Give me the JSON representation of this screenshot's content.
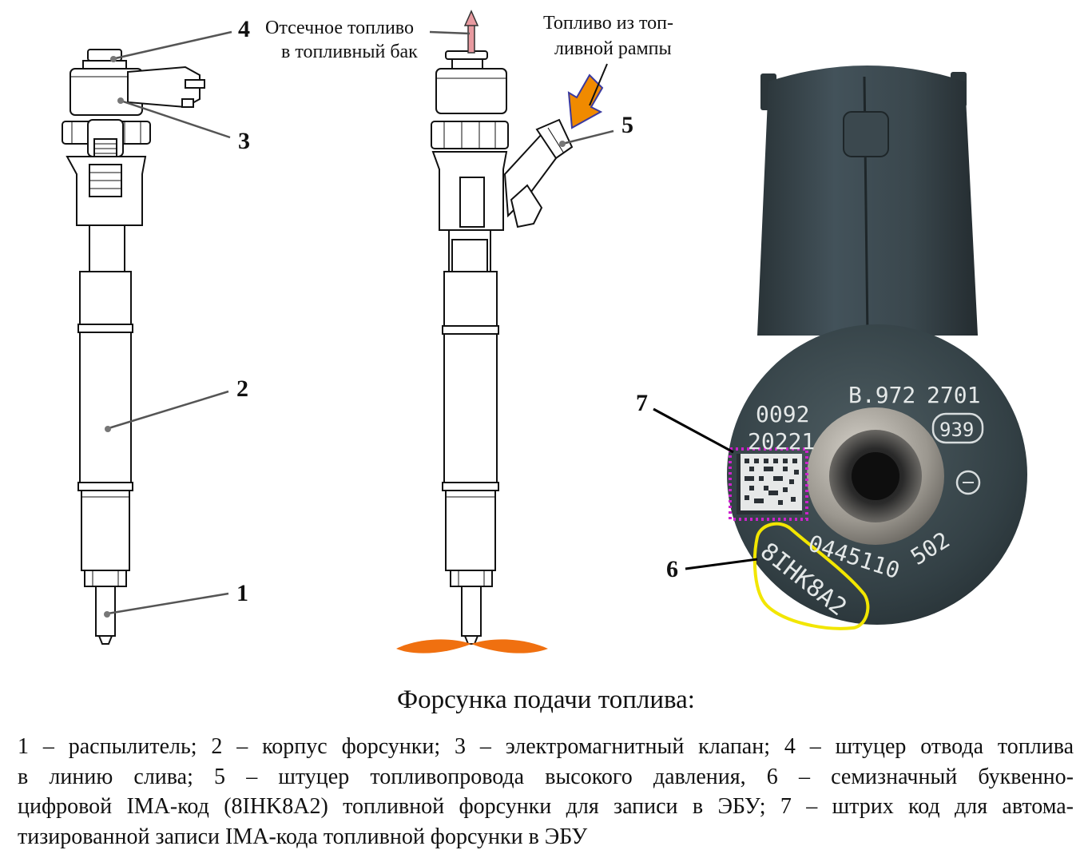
{
  "callouts": {
    "n1": "1",
    "n2": "2",
    "n3": "3",
    "n4": "4",
    "n5": "5",
    "n6": "6",
    "n7": "7"
  },
  "annotations": {
    "return_fuel_line1": "Отсечное топливо",
    "return_fuel_line2": "в топливный бак",
    "supply_fuel_line1": "Топливо из топ-",
    "supply_fuel_line2": "ливной рампы"
  },
  "photo_markings": {
    "code_0092": "0092",
    "code_20221": "20221",
    "code_b972": "B.972",
    "code_2701": "2701",
    "code_939": "939",
    "code_0445110": "0445110",
    "code_502": "502",
    "ima_code": "8IHK8A2"
  },
  "colors": {
    "ima_highlight": "#f2e600",
    "barcode_highlight": "#cc22cc",
    "supply_arrow": "#f08a00",
    "spray": "#f07010",
    "return_arrow": "#e89aa0"
  },
  "title": "Форсунка подачи топлива:",
  "caption_lines": [
    "1 – распылитель; 2 – корпус форсунки; 3 – электромагнитный клапан; 4 – штуцер отвода топлива",
    "в линию слива; 5 – штуцер топливопровода высокого давления, 6 – семизначный буквенно-",
    "цифровой IMA-код (8IHK8A2) топливной форсунки для записи в ЭБУ; 7 – штрих код для автома-",
    "тизированной записи IMA-кода топливной форсунки в ЭБУ"
  ]
}
